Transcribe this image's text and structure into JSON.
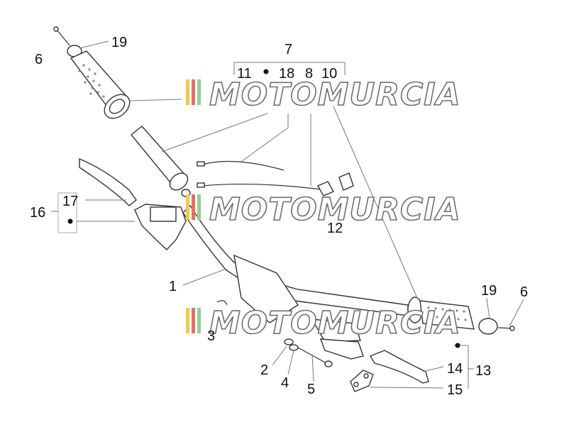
{
  "watermark": {
    "text": "MOTOMURCIA"
  },
  "labels": {
    "6_top": "6",
    "19_top": "19",
    "7": "7",
    "11": "11",
    "18": "18",
    "8": "8",
    "10": "10",
    "17": "17",
    "16": "16",
    "12": "12",
    "1": "1",
    "3": "3",
    "19_right": "19",
    "6_right": "6",
    "2": "2",
    "4": "4",
    "5": "5",
    "14": "14",
    "13": "13",
    "15": "15"
  },
  "colors": {
    "watermark_yellow": "#f2c94c",
    "watermark_red": "#e36f6f",
    "watermark_green": "#8fd18f",
    "line_gray": "#777777"
  }
}
